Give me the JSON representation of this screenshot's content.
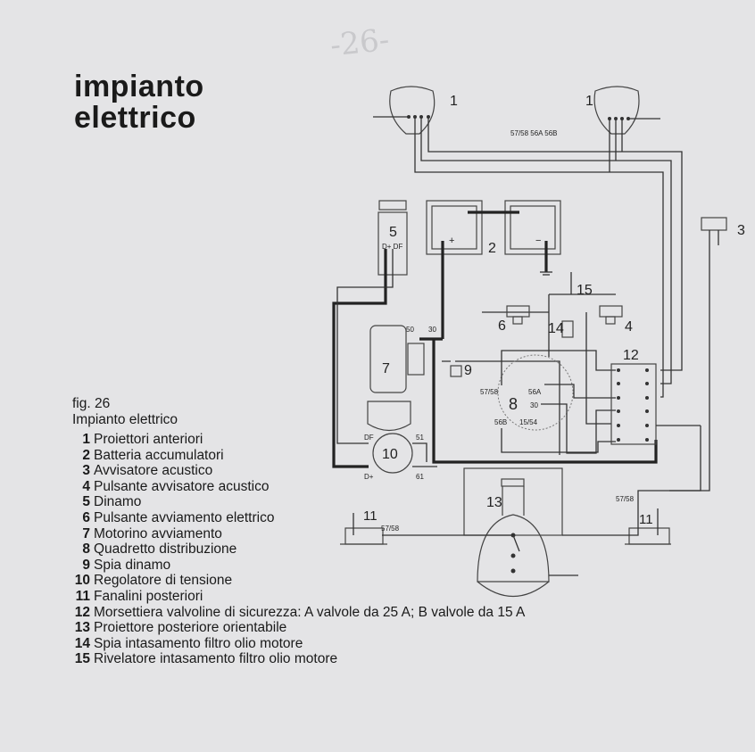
{
  "page_mark": "-26-",
  "title": [
    "impianto",
    "elettrico"
  ],
  "caption": {
    "fig": "fig. 26",
    "heading": "Impianto  elettrico"
  },
  "legend": [
    {
      "n": "1",
      "text": "Proiettori anteriori"
    },
    {
      "n": "2",
      "text": "Batteria  accumulatori"
    },
    {
      "n": "3",
      "text": "Avvisatore  acustico"
    },
    {
      "n": "4",
      "text": "Pulsante  avvisatore  acustico"
    },
    {
      "n": "5",
      "text": "Dinamo"
    },
    {
      "n": "6",
      "text": "Pulsante  avviamento  elettrico"
    },
    {
      "n": "7",
      "text": "Motorino  avviamento"
    },
    {
      "n": "8",
      "text": "Quadretto  distribuzione"
    },
    {
      "n": "9",
      "text": "Spia  dinamo"
    },
    {
      "n": "10",
      "text": "Regolatore  di  tensione"
    },
    {
      "n": "11",
      "text": "Fanalini  posteriori"
    },
    {
      "n": "12",
      "text": "Morsettiera  valvoline  di  sicurezza:  A  valvole  da  25  A;  B  valvole  da  15  A"
    },
    {
      "n": "13",
      "text": "Proiettore  posteriore  orientabile"
    },
    {
      "n": "14",
      "text": "Spia  intasamento  filtro  olio  motore"
    },
    {
      "n": "15",
      "text": "Rivelatore  intasamento  filtro  olio  motore"
    }
  ],
  "diagram": {
    "labels": {
      "headlight_left": "1",
      "headlight_right": "1",
      "battery": "2",
      "horn": "3",
      "horn_button": "4",
      "dynamo": "5",
      "starter_button": "6",
      "starter_motor": "7",
      "distribution_panel": "8",
      "dynamo_lamp": "9",
      "regulator": "10",
      "tail_left": "11",
      "tail_right": "11",
      "fuse_box": "12",
      "rear_lamp": "13",
      "oil_lamp": "14",
      "oil_sensor": "15"
    },
    "terminals": {
      "headlight_wires": "57/58  56A  56B",
      "dynamo_terms": "D+ DF",
      "starter_50": "50",
      "starter_30": "30",
      "panel_5758": "57/58",
      "panel_56a": "56A",
      "panel_30": "30",
      "panel_56b": "56B",
      "panel_1554": "15/54",
      "reg_df": "DF",
      "reg_51": "51",
      "reg_dplus": "D+",
      "reg_61": "61",
      "tail_left_term": "57/58",
      "tail_right_term": "57/58",
      "battery_plus": "+",
      "battery_minus": "−"
    }
  }
}
